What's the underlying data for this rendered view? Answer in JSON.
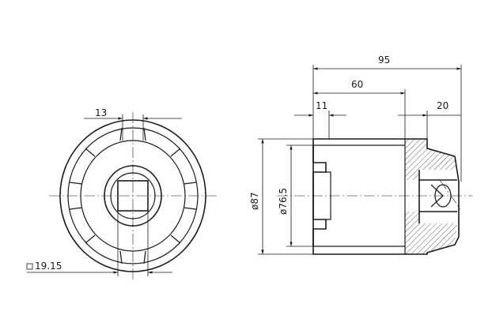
{
  "dimensions": {
    "d95": "95",
    "d60": "60",
    "d11": "11",
    "d20": "20",
    "d13": "13",
    "d87": "ø87",
    "d76_5": "ø76.5",
    "d19_15": "19.15"
  },
  "colors": {
    "line": "#1a1a1a",
    "background": "#ffffff"
  },
  "icons": {
    "square_symbol": "square-symbol-icon"
  }
}
